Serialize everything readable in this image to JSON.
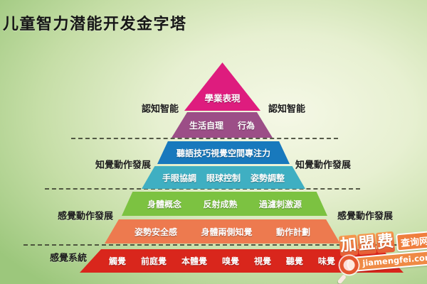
{
  "title": "儿童智力潜能开发金字塔",
  "pyramid": {
    "levels": [
      {
        "name": "academic-performance",
        "color": "#DE1C7E",
        "items": [
          "學業表現"
        ]
      },
      {
        "name": "cognitive-intelligence",
        "color": "#9C4E87",
        "items": [
          "生活自理",
          "行為"
        ]
      },
      {
        "name": "perceptual-motor-upper",
        "color": "#1879BD",
        "items": [
          "聽語技巧",
          "視覺空間",
          "專注力"
        ]
      },
      {
        "name": "perceptual-motor-lower",
        "color": "#3FAFC2",
        "items": [
          "手眼協調",
          "眼球控制",
          "姿勢調整"
        ]
      },
      {
        "name": "sensory-motor-upper",
        "color": "#7CC241",
        "items": [
          "身體概念",
          "反射成熟",
          "過濾刺激源"
        ]
      },
      {
        "name": "sensory-motor-lower",
        "color": "#ED7A4F",
        "items": [
          "姿勢安全感",
          "身體兩側知覺",
          "動作計劃"
        ]
      },
      {
        "name": "sensory-systems",
        "color": "#D9261C",
        "items": [
          "觸覺",
          "前庭覺",
          "本體覺",
          "嗅覺",
          "視覺",
          "聽覺",
          "味覺"
        ]
      }
    ],
    "side_labels": {
      "cognitive": "認知智能",
      "perceptual_motor": "知覺動作發展",
      "sensory_motor": "感覺動作發展",
      "sensory_system": "感覺系統"
    }
  },
  "watermark": {
    "brand_chars": [
      "加",
      "盟",
      "费"
    ],
    "suffix": "查询网",
    "domain": "jiamengfei.com",
    "icon": "magnifier-icon",
    "accent_color": "#EF7E3E"
  },
  "colors": {
    "background_light": "#F5F8E6",
    "background_dark": "#9CC77C",
    "dash_line": "#3C4030",
    "title_text": "#161616"
  }
}
